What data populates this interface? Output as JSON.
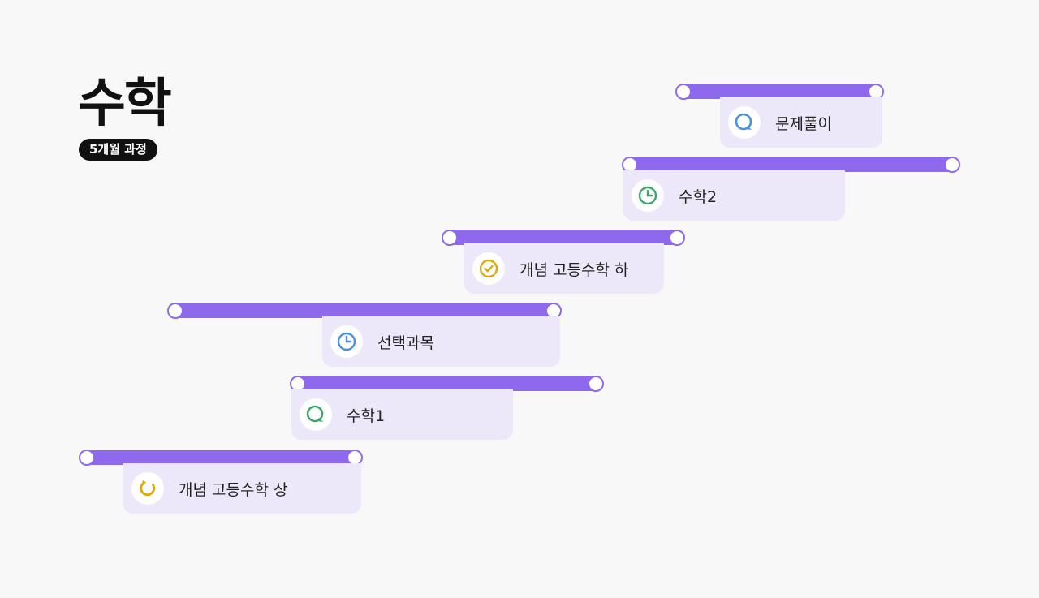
{
  "subject": {
    "title": "수학",
    "duration_badge": "5개월 과정"
  },
  "steps": [
    {
      "label": "문제풀이",
      "icon": "speech-bubble-icon",
      "icon_color": "#4a90e2"
    },
    {
      "label": "수학2",
      "icon": "clock-icon",
      "icon_color": "#3fa66b"
    },
    {
      "label": "개념 고등수학 하",
      "icon": "check-circle-icon",
      "icon_color": "#e0a800"
    },
    {
      "label": "선택과목",
      "icon": "clock-icon",
      "icon_color": "#4a90e2"
    },
    {
      "label": "수학1",
      "icon": "speech-bubble-icon",
      "icon_color": "#3fa66b"
    },
    {
      "label": "개념 고등수학 상",
      "icon": "refresh-icon",
      "icon_color": "#e0a800"
    }
  ],
  "colors": {
    "bar": "#8e69ee",
    "card": "#ece8f9",
    "background": "#f8f8f8"
  }
}
